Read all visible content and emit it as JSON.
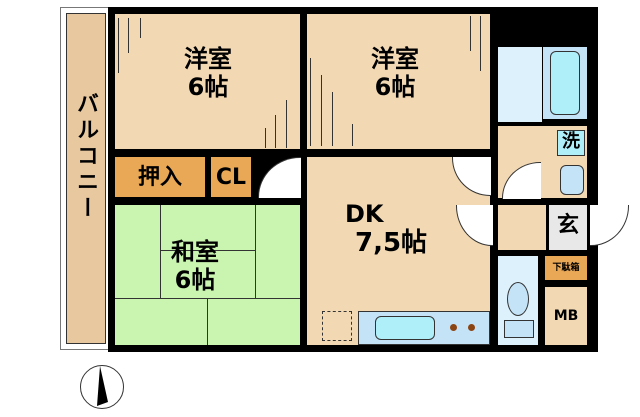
{
  "floor_plan": {
    "balcony": {
      "label": "バルコニー"
    },
    "rooms": [
      {
        "id": "western-1",
        "name": "洋室",
        "size": "6帖"
      },
      {
        "id": "western-2",
        "name": "洋室",
        "size": "6帖"
      },
      {
        "id": "japanese",
        "name": "和室",
        "size": "6帖"
      },
      {
        "id": "dk",
        "name": "DK",
        "size": "7,5帖"
      }
    ],
    "storage": {
      "oshiire": "押入",
      "closet": "CL",
      "shoe_box": "下駄箱",
      "meter_box": "MB"
    },
    "utility": {
      "washer": "洗",
      "entrance": "玄"
    },
    "compass": "north-arrow",
    "colors": {
      "floor": "#f2d9b4",
      "tatami": "#c9f5b0",
      "storage": "#e9a856",
      "wet_area": "#dcf1fb",
      "fixture": "#aeeffa",
      "wall": "#000000"
    }
  }
}
